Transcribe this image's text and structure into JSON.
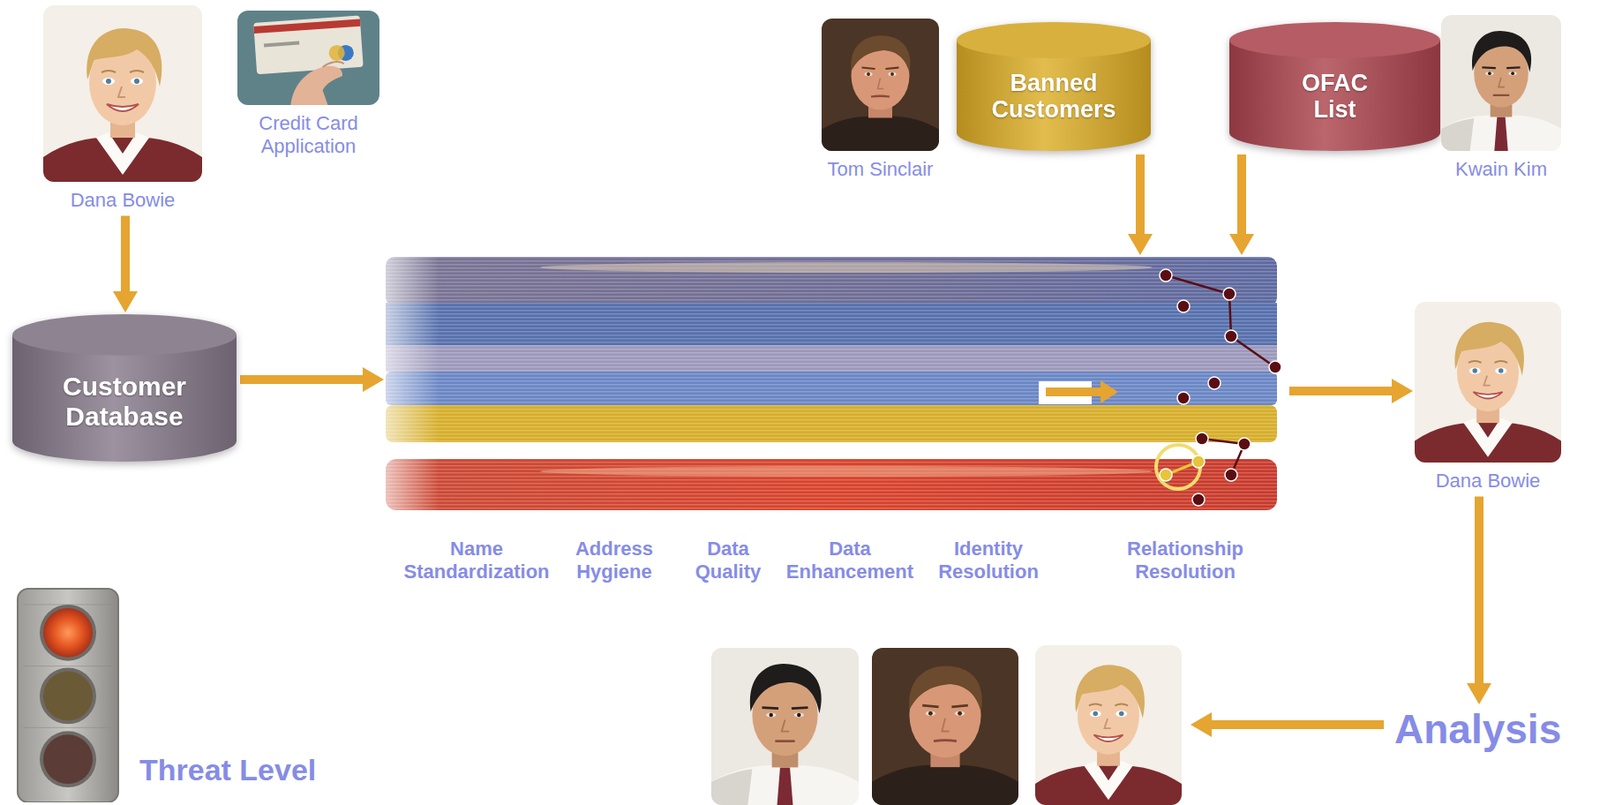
{
  "diagram": {
    "nodes": [
      {
        "text": [
          "Dana Bowie"
        ]
      },
      {
        "text": [
          "Credit Card Application"
        ]
      },
      {
        "text": [
          "Tom Sinclair"
        ]
      },
      {
        "text": [
          "Banned Customers"
        ]
      },
      {
        "text": [
          "OFAC List"
        ]
      },
      {
        "text": [
          "Kwain Kim"
        ]
      },
      {
        "text": [
          "Customer Database"
        ]
      },
      {
        "text": [
          "Name Standardization",
          "Address Hygiene",
          "Data Quality",
          "Data Enhancement",
          "Identity Resolution",
          "Relationship Resolution"
        ]
      },
      {
        "text": [
          "Dana Bowie"
        ]
      },
      {
        "text": [
          "Threat Level"
        ]
      },
      {
        "text": [
          "Analysis"
        ]
      }
    ],
    "edges": [
      {
        "from": 0,
        "to": 6,
        "arrow": "to"
      },
      {
        "from": 6,
        "to": 7,
        "arrow": "to"
      },
      {
        "from": 3,
        "to": 7,
        "arrow": "to"
      },
      {
        "from": 4,
        "to": 7,
        "arrow": "to"
      },
      {
        "from": 7,
        "to": 8,
        "arrow": "to"
      },
      {
        "from": 8,
        "to": 10,
        "arrow": "to"
      }
    ]
  }
}
